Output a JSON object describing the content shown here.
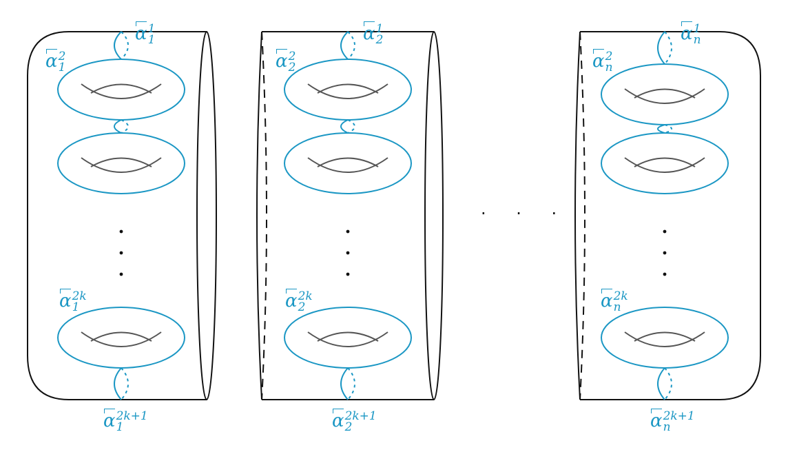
{
  "colors": {
    "curve": "#1b97c4",
    "surface": "#111111",
    "handle": "#555555"
  },
  "symbol": "α",
  "pieces": [
    {
      "index": "1",
      "top_label": "1",
      "side_label": "2",
      "lower_label": "2k",
      "bottom_label": "2k+1"
    },
    {
      "index": "2",
      "top_label": "1",
      "side_label": "2",
      "lower_label": "2k",
      "bottom_label": "2k+1"
    },
    {
      "index": "n",
      "top_label": "1",
      "side_label": "2",
      "lower_label": "2k",
      "bottom_label": "2k+1"
    }
  ],
  "between_dots": "· · ·"
}
